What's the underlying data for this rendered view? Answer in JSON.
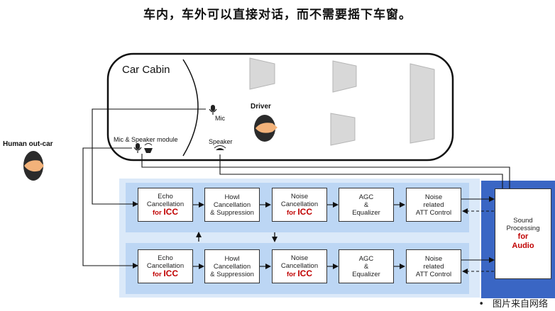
{
  "title": "车内，车外可以直接对话，而不需要摇下车窗。",
  "cabin_label": "Car Cabin",
  "driver_label": "Driver",
  "human_label": "Human out-car",
  "mic_label": "Mic",
  "module_label": "Mic & Speaker module",
  "speaker_label": "Speaker",
  "colors": {
    "outer_band": "#dbe9f9",
    "inner_band": "#bcd6f4",
    "audio_panel": "#3a66c4",
    "accent_red": "#c00000",
    "skin": "#f2b27a"
  },
  "pipeline_top": {
    "echo": {
      "l1": "Echo",
      "l2": "Cancellation",
      "for": "for",
      "tag": "ICC"
    },
    "howl": {
      "l1": "Howl",
      "l2": "Cancellation",
      "l3": "& Suppression"
    },
    "noise": {
      "l1": "Noise",
      "l2": "Cancellation",
      "for": "for",
      "tag": "ICC"
    },
    "agc": {
      "l1": "AGC",
      "l2": "&",
      "l3": "Equalizer"
    },
    "att": {
      "l1": "Noise",
      "l2": "related",
      "l3": "ATT Control"
    }
  },
  "pipeline_bottom": {
    "echo": {
      "l1": "Echo",
      "l2": "Cancellation",
      "for": "for",
      "tag": "ICC"
    },
    "howl": {
      "l1": "Howl",
      "l2": "Cancellation",
      "l3": "& Suppression"
    },
    "noise": {
      "l1": "Noise",
      "l2": "Cancellation",
      "for": "for",
      "tag": "ICC"
    },
    "agc": {
      "l1": "AGC",
      "l2": "&",
      "l3": "Equalizer"
    },
    "att": {
      "l1": "Noise",
      "l2": "related",
      "l3": "ATT Control"
    }
  },
  "sound_processing": {
    "l1": "Sound",
    "l2": "Processing",
    "for": "for",
    "tag": "Audio"
  },
  "footer": {
    "bullet": "•",
    "text": "图片来自网络"
  }
}
